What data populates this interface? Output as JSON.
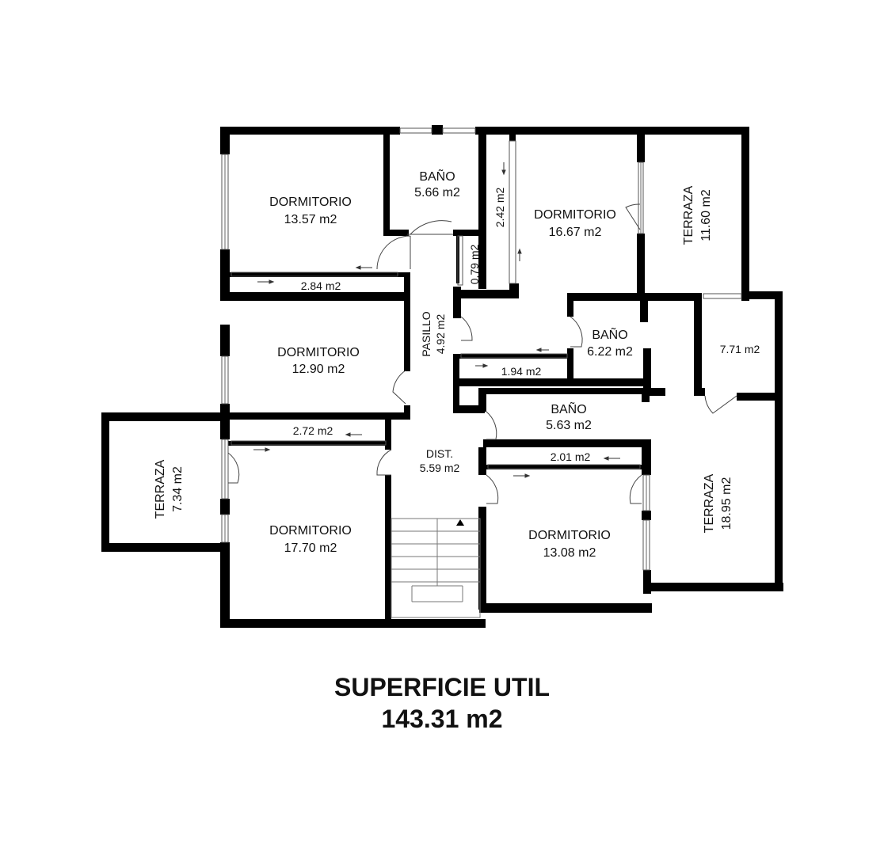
{
  "rooms": [
    {
      "id": "dorm1",
      "name": "DORMITORIO",
      "area": "13.57 m2"
    },
    {
      "id": "bano1",
      "name": "BAÑO",
      "area": "5.66 m2"
    },
    {
      "id": "dorm2",
      "name": "DORMITORIO",
      "area": "16.67 m2"
    },
    {
      "id": "terraza1",
      "name": "TERRAZA",
      "area": "11.60 m2"
    },
    {
      "id": "dorm3",
      "name": "DORMITORIO",
      "area": "12.90 m2"
    },
    {
      "id": "pasillo",
      "name": "PASILLO",
      "area": "4.92 m2"
    },
    {
      "id": "bano2",
      "name": "BAÑO",
      "area": "6.22 m2"
    },
    {
      "id": "bano3",
      "name": "BAÑO",
      "area": "5.63 m2"
    },
    {
      "id": "dist",
      "name": "DIST.",
      "area": "5.59 m2"
    },
    {
      "id": "terraza2",
      "name": "TERRAZA",
      "area": "7.34 m2"
    },
    {
      "id": "dorm4",
      "name": "DORMITORIO",
      "area": "17.70 m2"
    },
    {
      "id": "dorm5",
      "name": "DORMITORIO",
      "area": "13.08 m2"
    },
    {
      "id": "terraza3",
      "name": "TERRAZA",
      "area": "18.95 m2"
    }
  ],
  "small_areas": {
    "closet_284": "2.84 m2",
    "closet_079": "0.79 m2",
    "closet_242": "2.42 m2",
    "closet_194": "1.94 m2",
    "room_771": "7.71 m2",
    "closet_272": "2.72 m2",
    "closet_201": "2.01 m2"
  },
  "summary": {
    "title": "SUPERFICIE UTIL",
    "value": "143.31 m2"
  }
}
